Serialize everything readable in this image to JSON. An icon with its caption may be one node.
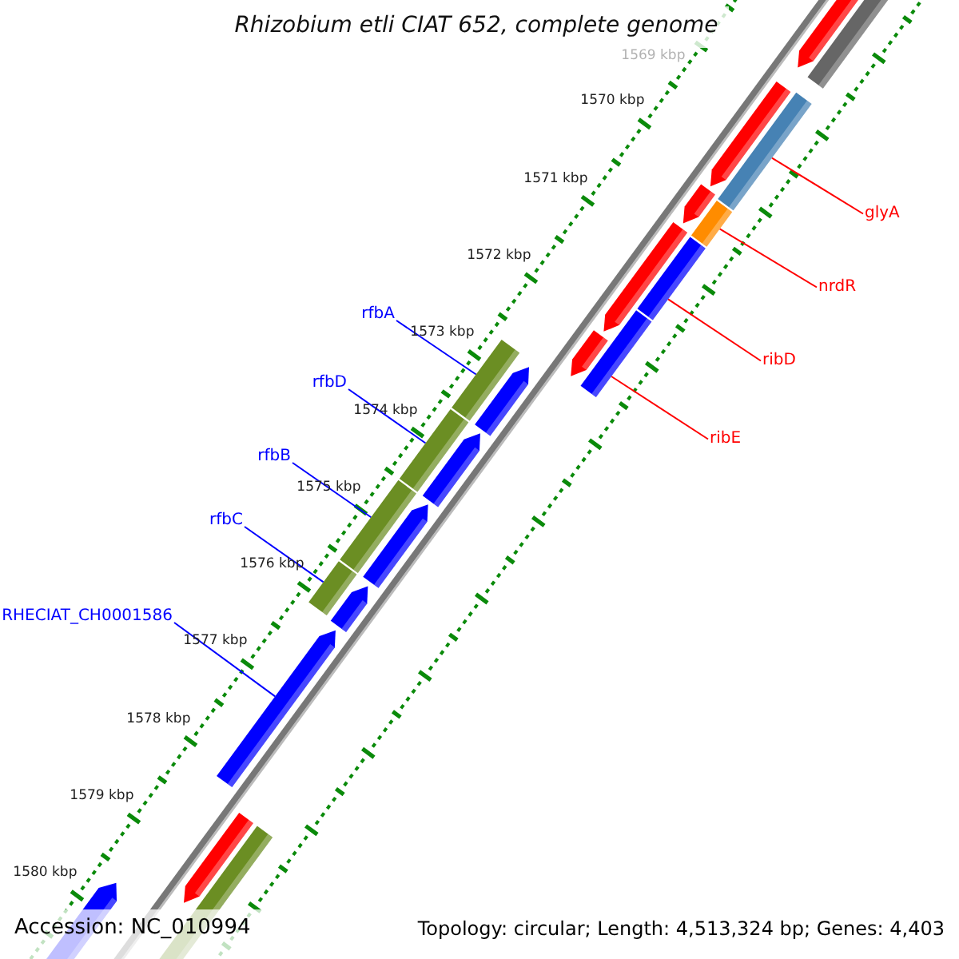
{
  "diagram": {
    "title": "Rhizobium etli CIAT 652, complete genome",
    "nodes": [
      {
        "text": [
          "glyA"
        ]
      },
      {
        "text": [],
        "shape": "bar"
      },
      {
        "text": [
          "nrdR"
        ]
      },
      {
        "text": [],
        "shape": "bar"
      },
      {
        "text": [
          "ribD"
        ]
      },
      {
        "text": [],
        "shape": "bar"
      },
      {
        "text": [
          "ribE"
        ]
      },
      {
        "text": [],
        "shape": "bar"
      },
      {
        "text": [
          "rfbA"
        ]
      },
      {
        "text": [],
        "shape": "bar"
      },
      {
        "text": [
          "rfbD"
        ]
      },
      {
        "text": [],
        "shape": "bar"
      },
      {
        "text": [
          "rfbB"
        ]
      },
      {
        "text": [],
        "shape": "bar"
      },
      {
        "text": [
          "rfbC"
        ]
      },
      {
        "text": [],
        "shape": "bar"
      },
      {
        "text": [
          "RHECIAT_CH0001586"
        ]
      },
      {
        "text": [],
        "shape": "bar"
      }
    ],
    "edges": [
      {
        "from": 0,
        "to": 1,
        "arrow": "none",
        "color": "#ff0000"
      },
      {
        "from": 2,
        "to": 3,
        "arrow": "none",
        "color": "#ff0000"
      },
      {
        "from": 4,
        "to": 5,
        "arrow": "none",
        "color": "#ff0000"
      },
      {
        "from": 6,
        "to": 7,
        "arrow": "none",
        "color": "#ff0000"
      },
      {
        "from": 8,
        "to": 9,
        "arrow": "none"
      },
      {
        "from": 10,
        "to": 11,
        "arrow": "none"
      },
      {
        "from": 12,
        "to": 13,
        "arrow": "none"
      },
      {
        "from": 14,
        "to": 15,
        "arrow": "none"
      },
      {
        "from": 16,
        "to": 17,
        "arrow": "none"
      }
    ],
    "labels": [
      "1569 kbp",
      "1570 kbp",
      "1571 kbp",
      "1572 kbp",
      "1573 kbp",
      "1574 kbp",
      "1575 kbp",
      "1576 kbp",
      "1577 kbp",
      "1578 kbp",
      "1579 kbp",
      "1580 kbp",
      "Accession: NC_010994",
      "Topology: circular; Length: 4,513,324 bp; Genes: 4,403"
    ]
  }
}
